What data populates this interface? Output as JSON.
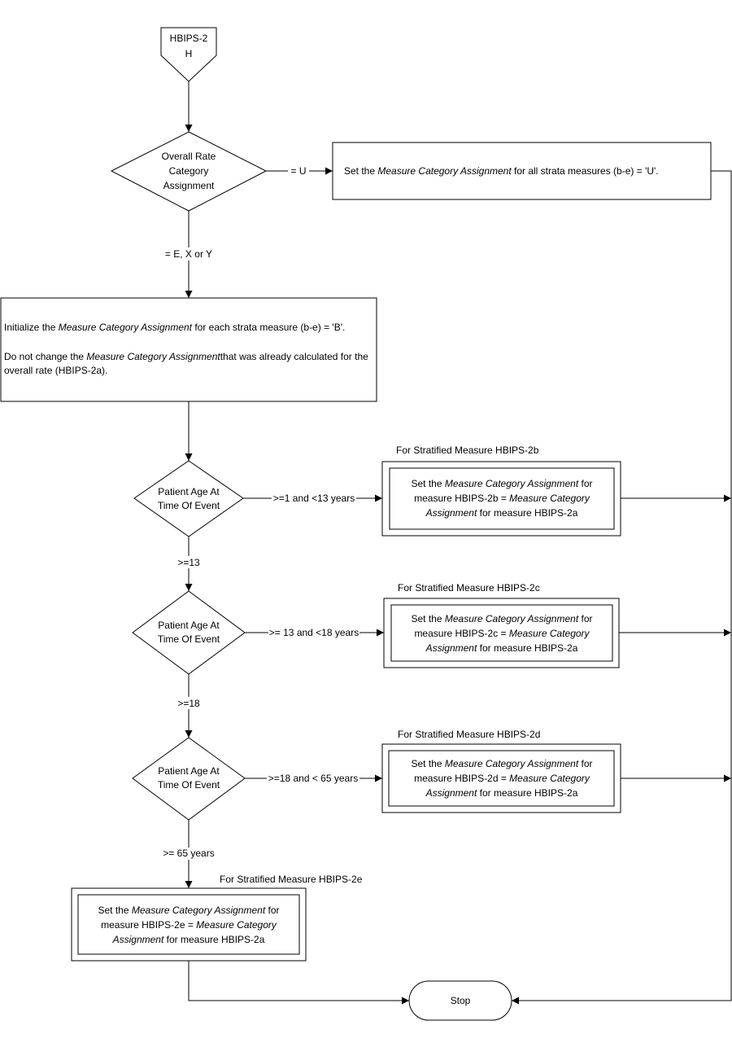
{
  "start": {
    "line1": "HBIPS-2",
    "line2": "H"
  },
  "decision_overall": {
    "line1": "Overall Rate",
    "line2": "Category",
    "line3": "Assignment"
  },
  "edge_u": "= U",
  "box_u": {
    "pre": "Set the ",
    "em": "Measure Category Assignment",
    "post": " for all strata measures (b-e) = 'U'."
  },
  "edge_exy": "= E, X or Y",
  "box_init": {
    "p1_pre": "Initialize the ",
    "p1_em": "Measure Category Assignment",
    "p1_post": " for each strata measure (b-e) = 'B'.",
    "p2_pre": "Do not change the ",
    "p2_em": "Measure Category Assignment",
    "p2_post": "that was already calculated for the",
    "p2_line2": "overall rate (HBIPS-2a)."
  },
  "decision_age": {
    "line1": "Patient Age At",
    "line2": "Time Of Event"
  },
  "strata": [
    {
      "title": "For Stratified Measure HBIPS-2b",
      "edge": ">=1 and <13 years",
      "l1_pre": "Set the ",
      "l1_em": "Measure Category Assignment",
      "l1_post": " for",
      "l2_pre": "measure HBIPS-2b = ",
      "l2_em": "Measure Category",
      "l3_em": "Assignment",
      "l3_post": " for measure  HBIPS-2a"
    },
    {
      "title": "For Stratified Measure HBIPS-2c",
      "edge": ">= 13 and <18 years",
      "l1_pre": "Set the ",
      "l1_em": "Measure Category Assignment",
      "l1_post": " for",
      "l2_pre": "measure HBIPS-2c = ",
      "l2_em": "Measure Category",
      "l3_em": "Assignment",
      "l3_post": " for measure HBIPS-2a"
    },
    {
      "title": "For Stratified Measure HBIPS-2d",
      "edge": ">=18 and < 65 years",
      "l1_pre": "Set the ",
      "l1_em": "Measure Category Assignment",
      "l1_post": " for",
      "l2_pre": "measure HBIPS-2d = ",
      "l2_em": "Measure Category",
      "l3_em": "Assignment",
      "l3_post": " for measure HBIPS-2a"
    },
    {
      "title": "For Stratified Measure HBIPS-2e",
      "edge": ">= 65 years",
      "l1_pre": "Set the ",
      "l1_em": "Measure Category Assignment",
      "l1_post": " for",
      "l2_pre": "measure HBIPS-2e = ",
      "l2_em": "Measure Category",
      "l3_em": "Assignment",
      "l3_post": " for measure HBIPS-2a"
    }
  ],
  "edge_ge13": ">=13",
  "edge_ge18": ">=18",
  "stop": "Stop"
}
